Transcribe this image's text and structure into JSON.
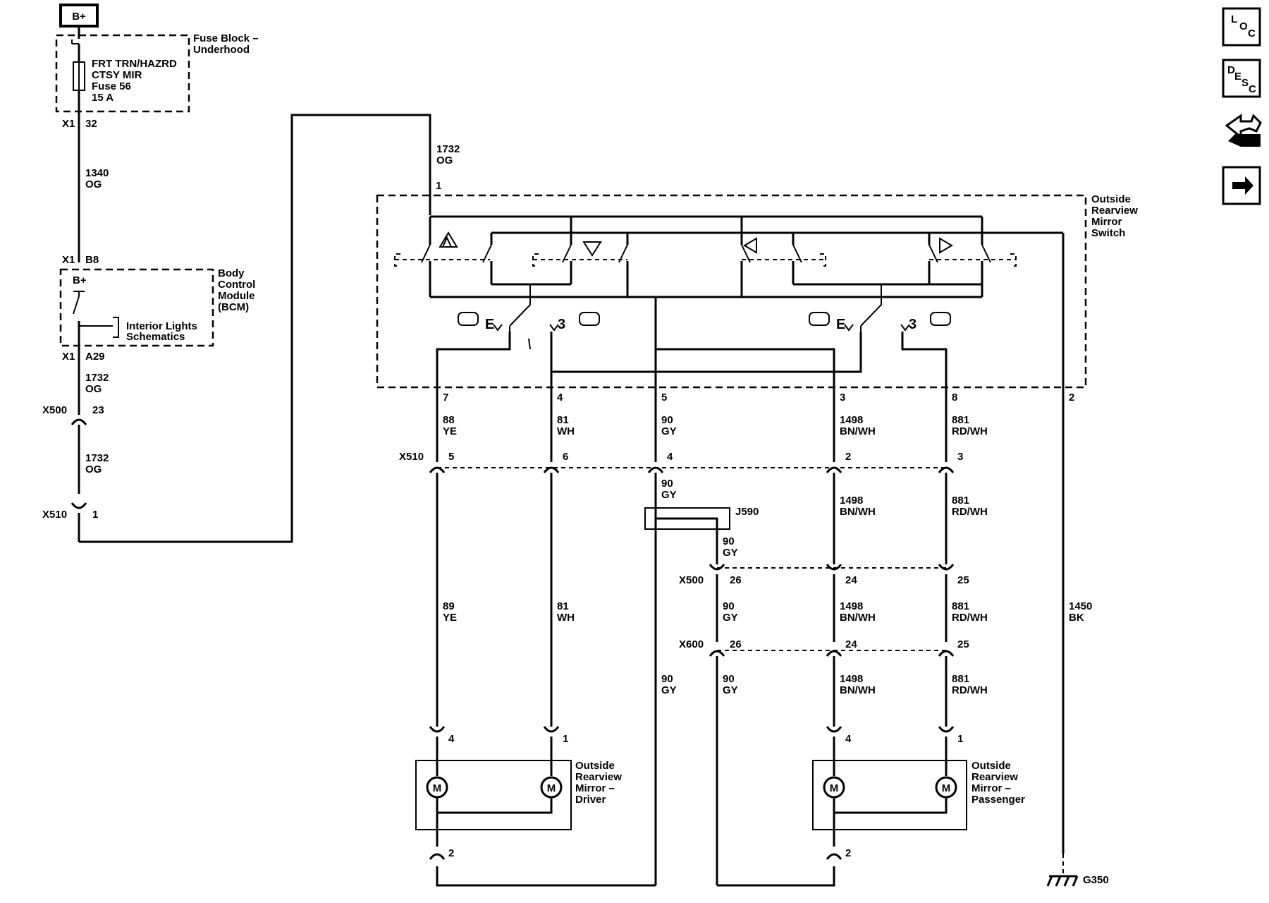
{
  "battery": "B+",
  "fuse_block": {
    "title_line1": "Fuse Block –",
    "title_line2": "Underhood",
    "fuse_line1": "FRT TRN/HAZRD",
    "fuse_line2": "CTSY MIR",
    "fuse_line3": "Fuse 56",
    "fuse_line4": "15 A"
  },
  "bcm": {
    "line1": "Body",
    "line2": "Control",
    "line3": "Module",
    "line4": "(BCM)",
    "bplus": "B+",
    "ref_line1": "Interior Lights",
    "ref_line2": "Schematics"
  },
  "switch": {
    "line1": "Outside",
    "line2": "Rearview",
    "line3": "Mirror",
    "line4": "Switch"
  },
  "mirror_driver": {
    "line1": "Outside",
    "line2": "Rearview",
    "line3": "Mirror –",
    "line4": "Driver"
  },
  "mirror_passenger": {
    "line1": "Outside",
    "line2": "Rearview",
    "line3": "Mirror –",
    "line4": "Passenger"
  },
  "motor_symbol": "M",
  "ground": "G350",
  "splice": "J590",
  "connectors": {
    "x1": "X1",
    "x500": "X500",
    "x510": "X510",
    "x600": "X600"
  },
  "pins": {
    "x1_32": "32",
    "x1_b8": "B8",
    "x1_a29": "A29",
    "x500_23": "23",
    "x510_1": "1",
    "sw_1": "1",
    "sw_7": "7",
    "sw_4": "4",
    "sw_5": "5",
    "sw_3": "3",
    "sw_8": "8",
    "sw_2": "2",
    "x510_5": "5",
    "x510_6": "6",
    "x510_4": "4",
    "x510_2": "2",
    "x510_3": "3",
    "x500_26": "26",
    "x500_24": "24",
    "x500_25": "25",
    "x600_26": "26",
    "x600_24": "24",
    "x600_25": "25",
    "drv_4": "4",
    "drv_1": "1",
    "drv_2": "2",
    "pas_4": "4",
    "pas_1": "1",
    "pas_2": "2"
  },
  "wires": {
    "c1340": "1340",
    "c1732": "1732",
    "c88": "88",
    "c89": "89",
    "c81": "81",
    "c90": "90",
    "c1498": "1498",
    "c881": "881",
    "c1450": "1450",
    "og": "OG",
    "ye": "YE",
    "wh": "WH",
    "gy": "GY",
    "bnwh": "BN/WH",
    "rdwh": "RD/WH",
    "bk": "BK"
  },
  "nav": {
    "loc_l": "L",
    "loc_o": "O",
    "loc_c": "C",
    "desc_d": "D",
    "desc_e": "E",
    "desc_s": "S",
    "desc_c": "C"
  }
}
